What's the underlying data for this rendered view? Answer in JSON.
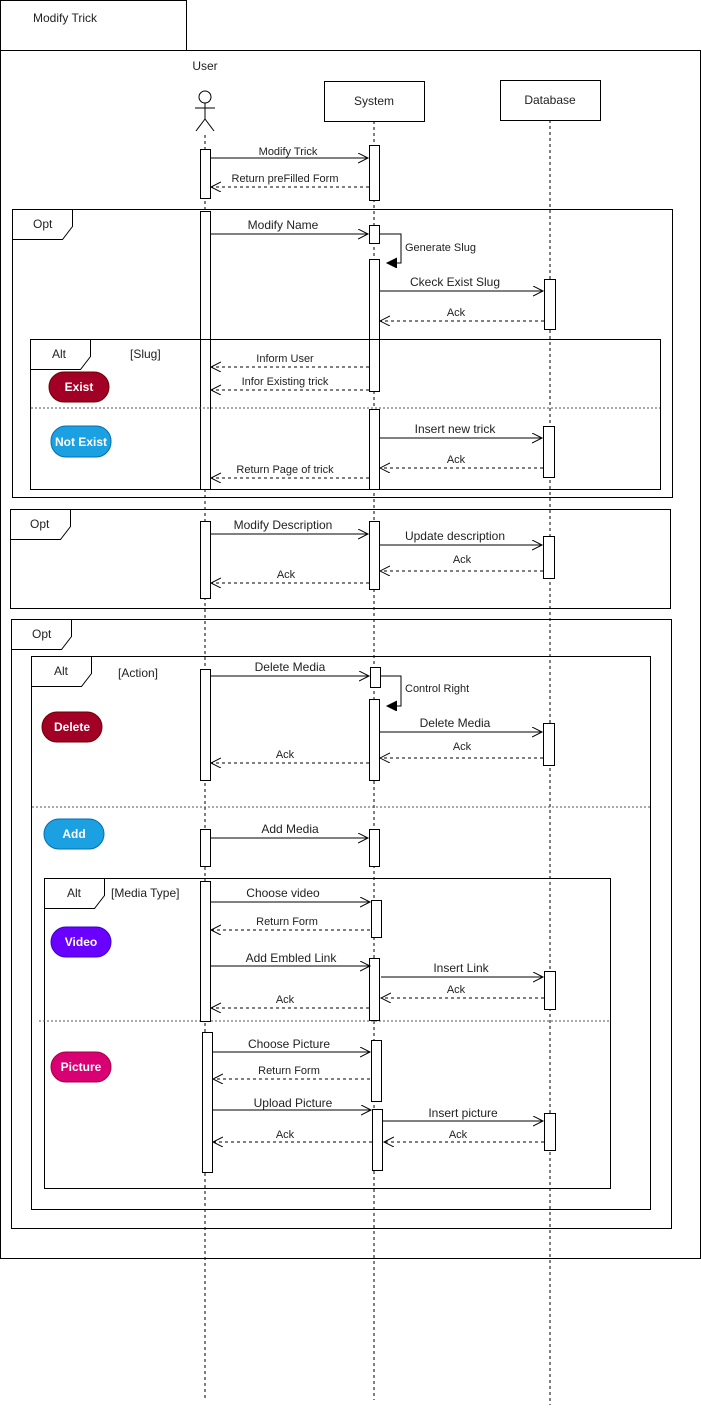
{
  "diagram": {
    "title": "Modify Trick",
    "participants": {
      "user": "User",
      "system": "System",
      "database": "Database"
    },
    "colors": {
      "exist": "#a20025",
      "not_exist": "#1ba1e2",
      "delete": "#a20025",
      "add": "#1ba1e2",
      "video": "#6a00ff",
      "picture": "#d80073"
    },
    "opt1": {
      "label": "Opt",
      "messages": {
        "modify_name": "Modify Name",
        "generate_slug": "Generate Slug",
        "check_exist_slug": "Ckeck Exist Slug",
        "ack": "Ack"
      },
      "alt": {
        "label": "Alt",
        "guard": "[Slug]",
        "exist": "Exist",
        "not_exist": "Not Exist",
        "inform_user": "Inform User",
        "infor_existing": "Infor Existing trick",
        "insert_new": "Insert new trick",
        "ack": "Ack",
        "return_page": "Return Page of trick"
      }
    },
    "initial": {
      "modify_trick": "Modify Trick",
      "return_prefilled": "Return preFilled Form"
    },
    "opt2": {
      "label": "Opt",
      "modify_description": "Modify Description",
      "update_description": "Update description",
      "ack_db": "Ack",
      "ack_user": "Ack"
    },
    "opt3": {
      "label": "Opt",
      "alt_action": {
        "label": "Alt",
        "guard": "[Action]",
        "delete": "Delete",
        "add": "Add",
        "delete_media": "Delete Media",
        "control_right": "Control Right",
        "delete_media_db": "Delete Media",
        "ack_db": "Ack",
        "ack_user": "Ack",
        "add_media": "Add Media"
      },
      "alt_media": {
        "label": "Alt",
        "guard": "[Media Type]",
        "video": "Video",
        "picture": "Picture",
        "choose_video": "Choose video",
        "return_form_1": "Return Form",
        "add_embled_link": "Add Embled Link",
        "insert_link": "Insert Link",
        "ack_db_1": "Ack",
        "ack_user_1": "Ack",
        "choose_picture": "Choose Picture",
        "return_form_2": "Return Form",
        "upload_picture": "Upload Picture",
        "insert_picture": "Insert picture",
        "ack_db_2": "Ack",
        "ack_user_2": "Ack"
      }
    }
  }
}
